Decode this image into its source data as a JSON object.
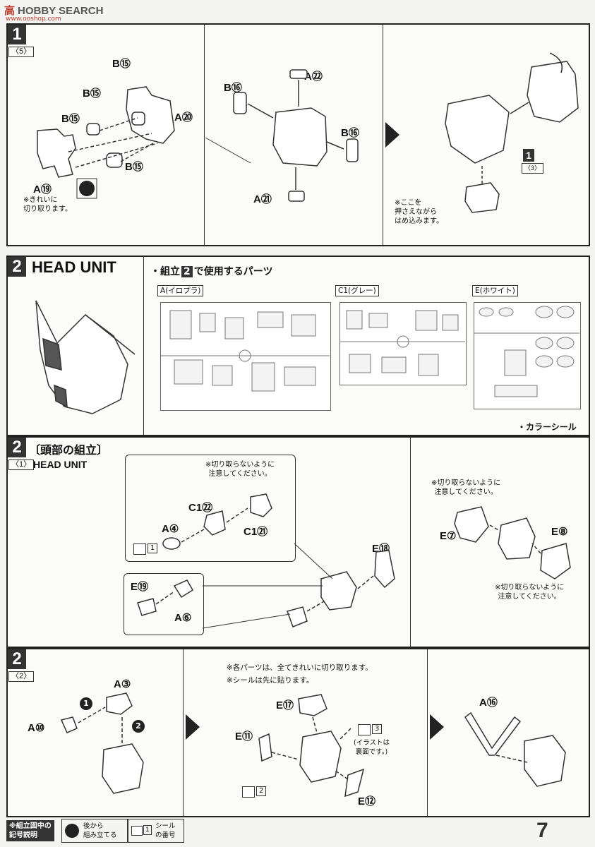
{
  "watermark": {
    "brand": "HOBBY SEARCH",
    "url": "www.ooshop.com"
  },
  "page_number": "7",
  "step1": {
    "number": "1",
    "sub": "〈5〉",
    "labels": [
      "B⑮",
      "B⑮",
      "B⑮",
      "A⑳",
      "B⑮",
      "A⑲",
      "B⑯",
      "A㉒",
      "B⑯",
      "A㉑"
    ],
    "note_cut": "※きれいに\n切り取ります。",
    "ref_number": "1",
    "ref_sub": "〈3〉",
    "note_press": "※ここを\n押さえながら\nはめ込みます。"
  },
  "step2": {
    "number": "2",
    "title": "HEAD UNIT",
    "parts_heading_pre": "・組立",
    "parts_heading_num": "2",
    "parts_heading_post": "で使用するパーツ",
    "runners": [
      {
        "name": "A",
        "sub": "(イロプラ)"
      },
      {
        "name": "C1",
        "sub": "(グレー)"
      },
      {
        "name": "E",
        "sub": "(ホワイト)"
      }
    ],
    "color_seal": "・カラーシール"
  },
  "step2_1": {
    "number": "2",
    "title": "〔頭部の組立〕",
    "sub": "〈1〉",
    "subtitle": "HEAD UNIT",
    "note_cut_top": "※切り取らないように\n注意してください。",
    "labels": [
      "C1㉒",
      "C1㉑",
      "A④",
      "E⑲",
      "A⑥",
      "E⑱",
      "E⑦",
      "E⑧"
    ],
    "seal_num": "1",
    "note_cut_right_top": "※切り取らないように\n注意してください。",
    "note_cut_right_bottom": "※切り取らないように\n注意してください。"
  },
  "step2_2": {
    "number": "2",
    "sub": "〈2〉",
    "labels": [
      "A③",
      "A⑩",
      "E⑰",
      "E⑪",
      "E⑫",
      "A⑯"
    ],
    "order": [
      "1",
      "2"
    ],
    "note_all_cut": "※各パーツは、全てきれいに切り取ります。",
    "note_seal_first": "※シールは先に貼ります。",
    "seal_nums": [
      "3",
      "2"
    ],
    "note_illustration": "(イラストは\n裏面です。)"
  },
  "legend": {
    "heading": "※組立図中の\n記号説明",
    "item1": "後から\n組み立てる",
    "item2_num": "1",
    "item2": "シール\nの番号"
  }
}
